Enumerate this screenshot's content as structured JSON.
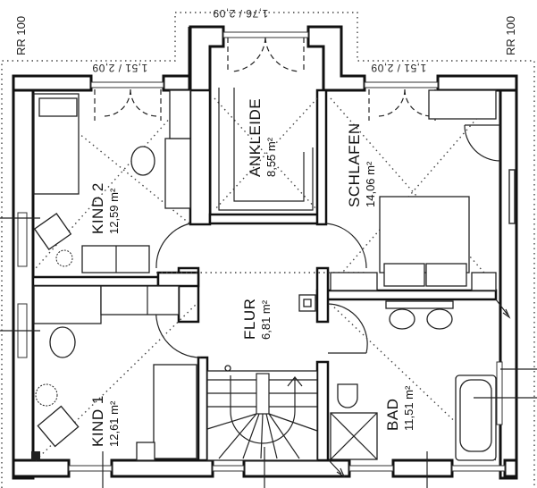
{
  "plan": {
    "type": "floor-plan",
    "level_markers": [
      {
        "id": "left",
        "text": "RR 100"
      },
      {
        "id": "right",
        "text": "RR 100"
      }
    ],
    "window_dimensions": [
      {
        "id": "ankleide-window",
        "text": "1,76 / 2,09"
      },
      {
        "id": "kind2-window",
        "text": "1,51 / 2,09"
      },
      {
        "id": "schlafen-window",
        "text": "1,51 / 2,09"
      }
    ],
    "area_unit": "m",
    "area_exp": "2",
    "rooms": [
      {
        "id": "kind2",
        "name": "KIND 2",
        "area": "12,59 m²"
      },
      {
        "id": "ankleide",
        "name": "ANKLEIDE",
        "area": "8,55 m²"
      },
      {
        "id": "schlafen",
        "name": "SCHLAFEN",
        "area": "14,06 m²"
      },
      {
        "id": "flur",
        "name": "FLUR",
        "area": "6,81 m²"
      },
      {
        "id": "kind1",
        "name": "KIND 1",
        "area": "12,61 m²"
      },
      {
        "id": "bad",
        "name": "BAD",
        "area": "11,51 m²"
      }
    ]
  }
}
